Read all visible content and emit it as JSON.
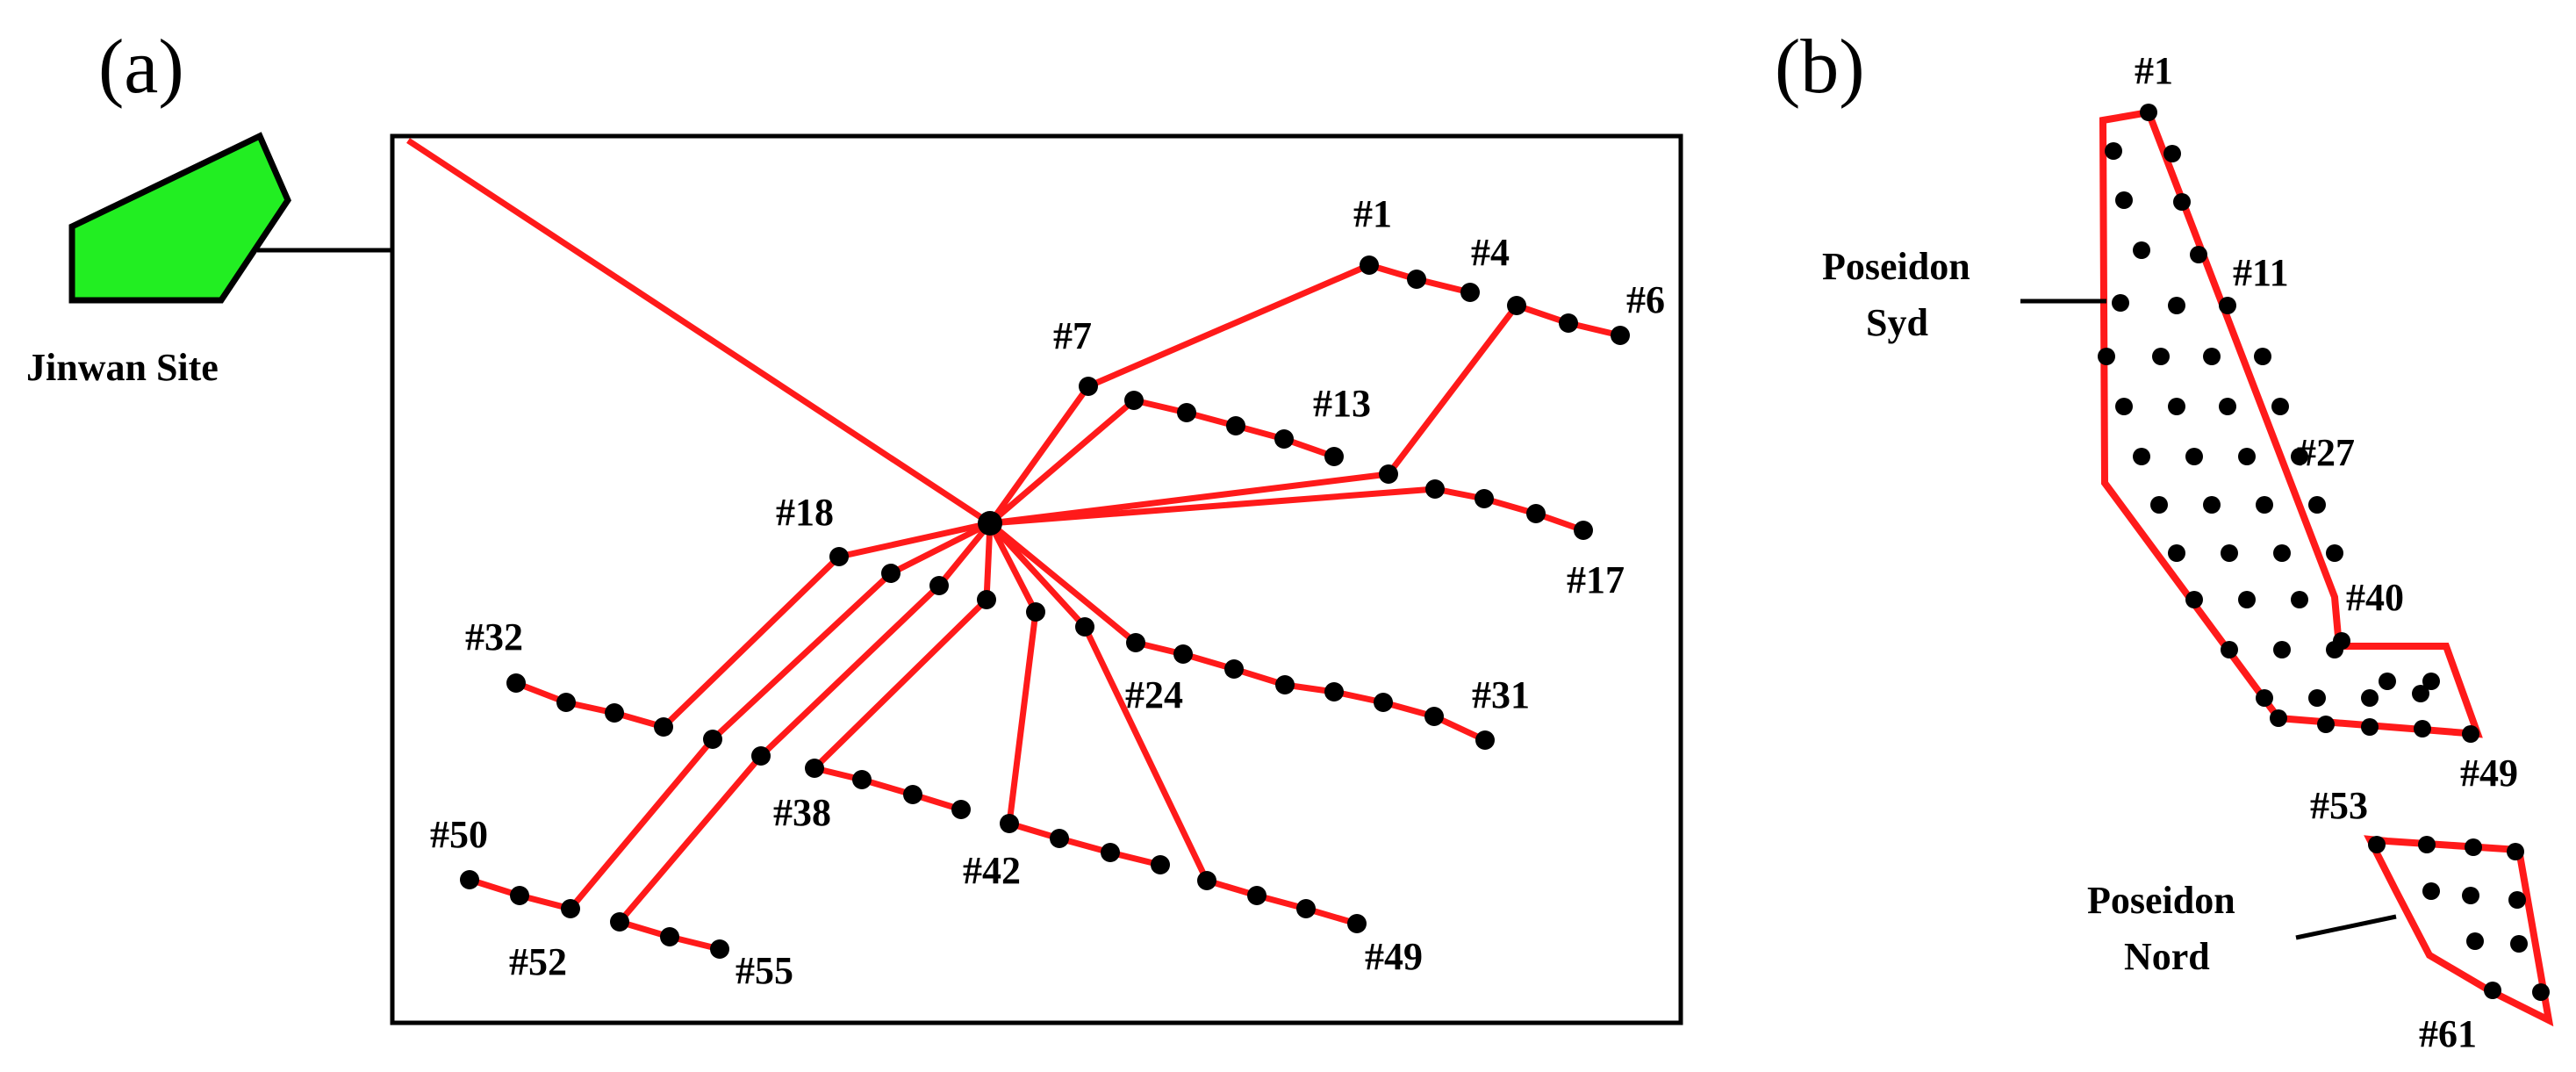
{
  "colors": {
    "cable": "#ff1a1a",
    "turbine": "#000000",
    "site_fill": "#22ee22",
    "frame": "#000000"
  },
  "panel_a": {
    "panel_label": "(a)",
    "site_label": "Jinwan Site",
    "turbine_labels": [
      "#1",
      "#4",
      "#6",
      "#7",
      "#13",
      "#17",
      "#18",
      "#24",
      "#31",
      "#32",
      "#38",
      "#42",
      "#49",
      "#50",
      "#52",
      "#55"
    ]
  },
  "panel_b": {
    "panel_label": "(b)",
    "area_syd_line1": "Poseidon",
    "area_syd_line2": "Syd",
    "area_nord_line1": "Poseidon",
    "area_nord_line2": "Nord",
    "turbine_labels": [
      "#1",
      "#11",
      "#27",
      "#40",
      "#49",
      "#53",
      "#61"
    ]
  }
}
